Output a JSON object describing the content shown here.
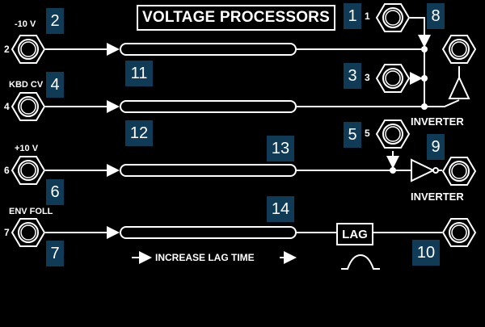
{
  "title": "VOLTAGE PROCESSORS",
  "badges": {
    "b1": "1",
    "b2": "2",
    "b3": "3",
    "b4": "4",
    "b5": "5",
    "b6": "6",
    "b7": "7",
    "b8": "8",
    "b9": "9",
    "b10": "10",
    "b11": "11",
    "b12": "12",
    "b13": "13",
    "b14": "14"
  },
  "inputs": {
    "j2": {
      "label": "-10 V",
      "number": "2"
    },
    "j4": {
      "label": "KBD CV",
      "number": "4"
    },
    "j6": {
      "label": "+10 V",
      "number": "6"
    },
    "j7": {
      "label": "ENV FOLL",
      "number": "7"
    }
  },
  "jacks": {
    "j1": {
      "number": "1"
    },
    "j3": {
      "number": "3"
    },
    "j5": {
      "number": "5"
    }
  },
  "inverter1_label": "INVERTER",
  "inverter2_label": "INVERTER",
  "lag_label": "LAG",
  "lag_time_label": "INCREASE LAG TIME"
}
